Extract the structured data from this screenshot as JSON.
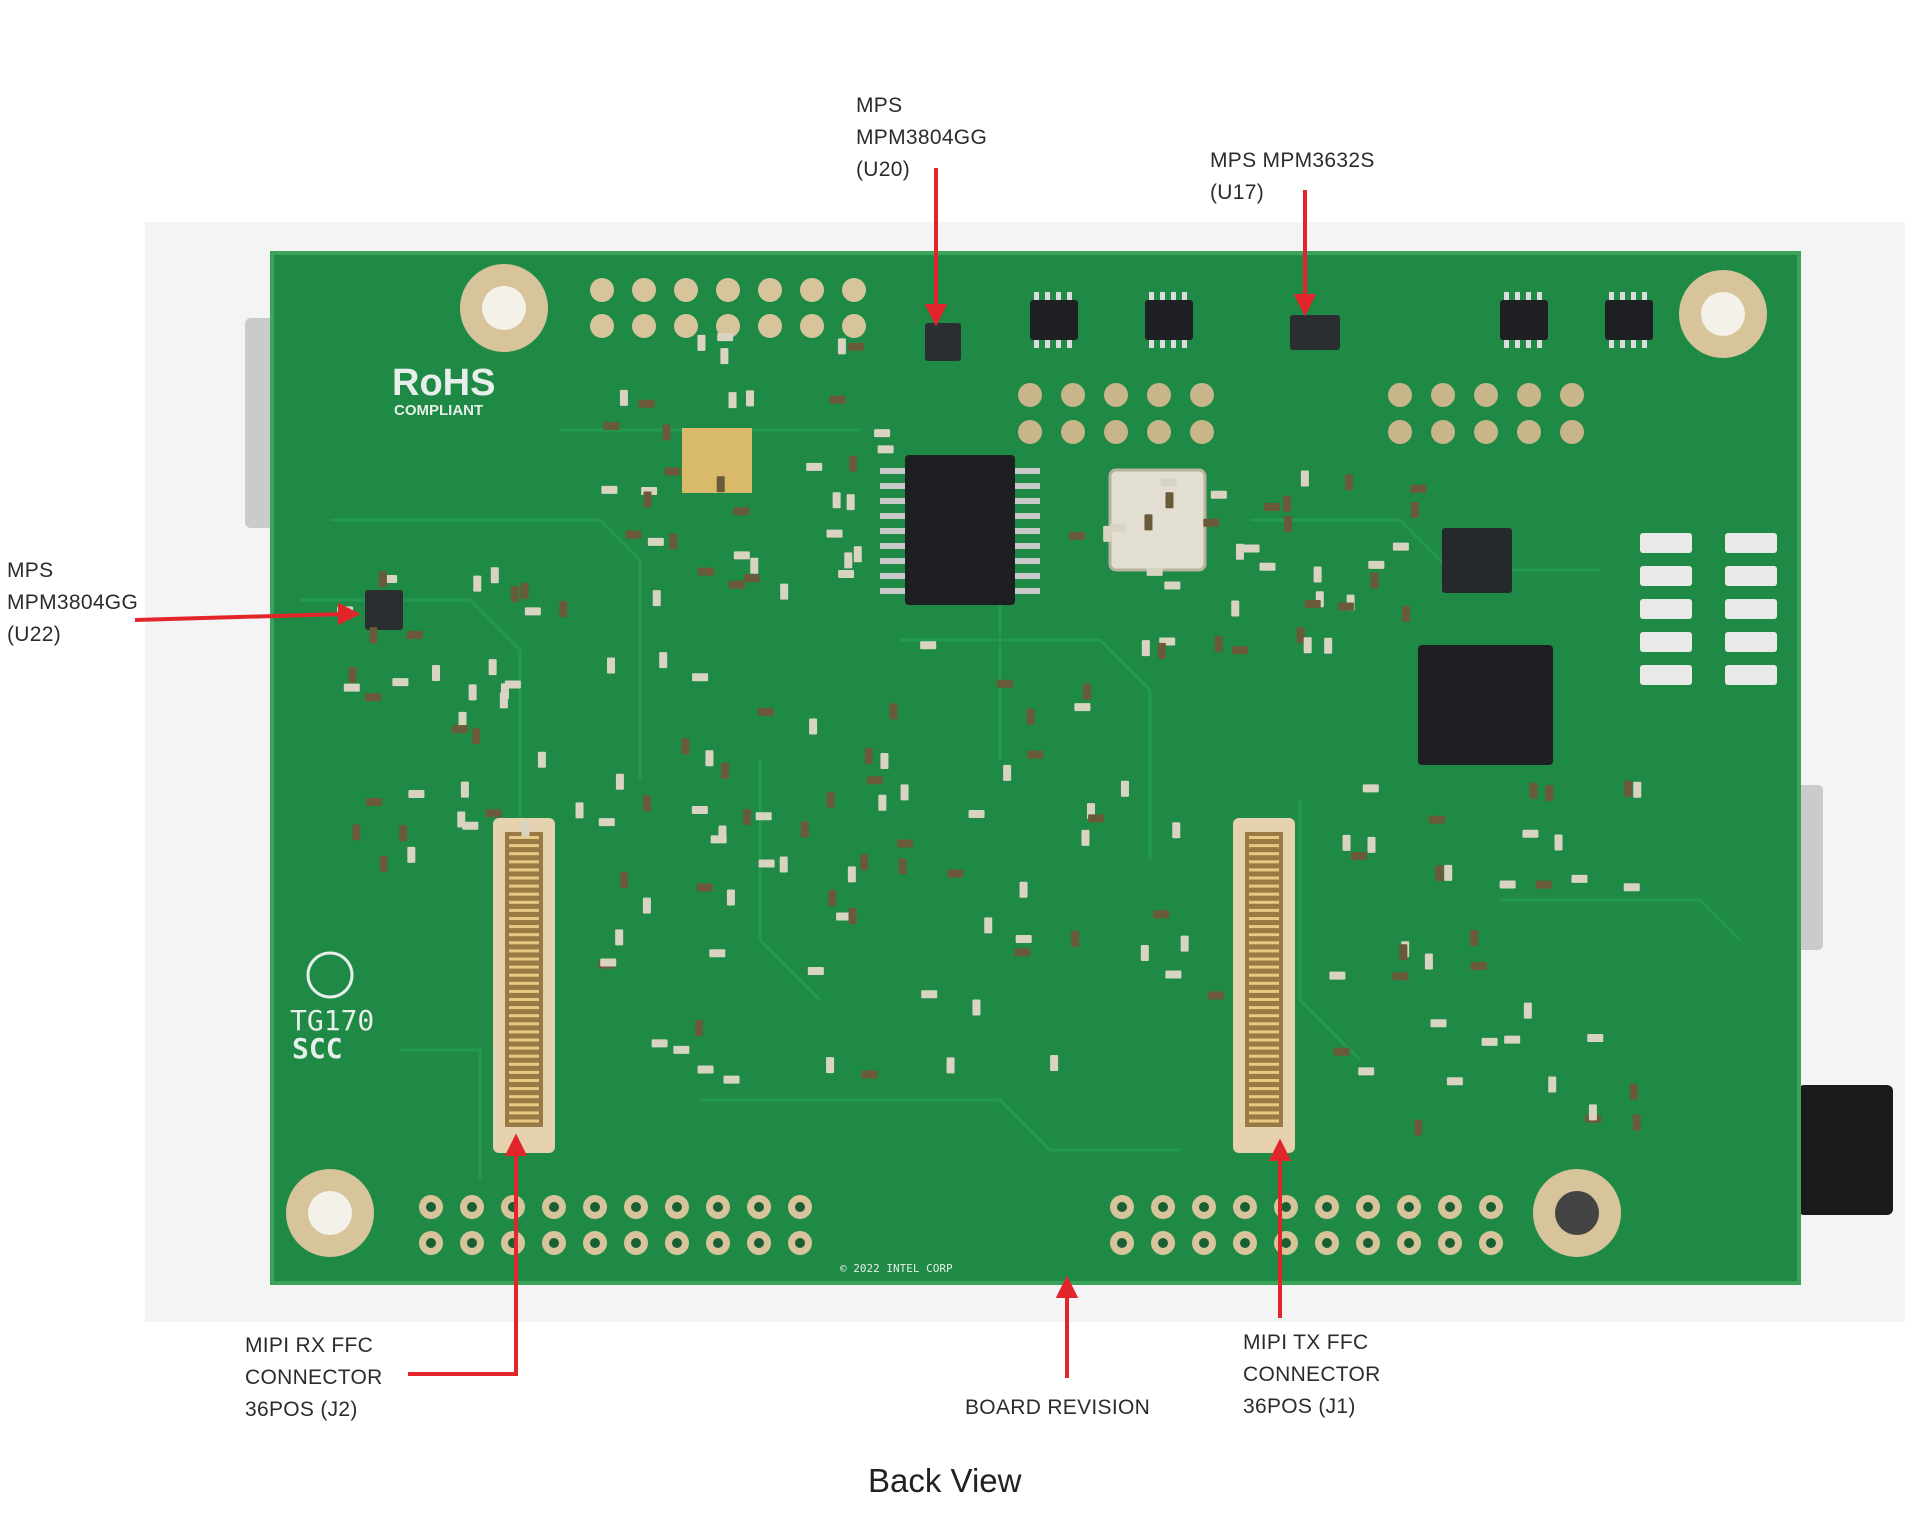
{
  "colors": {
    "photo_backdrop": "#f3f4f3",
    "board_green": "#1f8a46",
    "board_trace": "#23994f",
    "board_edge": "#3aa35c",
    "pad_gold": "#d8c49a",
    "chip_black": "#1d1f22",
    "connector_beige": "#e6d2ae",
    "callout_red": "#e2252b",
    "silkscreen": "#e8eee9"
  },
  "board": {
    "logo_text": "RoHS",
    "logo_subtext": "COMPLIANT",
    "cert_text": "TG170",
    "cert_text2": "SCC",
    "copyright": "© 2022 INTEL CORP"
  },
  "callouts": {
    "u20": "MPS\nMPM3804GG\n(U20)",
    "u17": "MPS MPM3632S\n(U17)",
    "u22": "MPS\nMPM3804GG\n(U22)",
    "j2": "MIPI RX FFC\nCONNECTOR\n36POS (J2)",
    "board_rev": "BOARD REVISION",
    "j1": "MIPI TX FFC\nCONNECTOR\n36POS (J1)"
  },
  "caption": "Back View"
}
